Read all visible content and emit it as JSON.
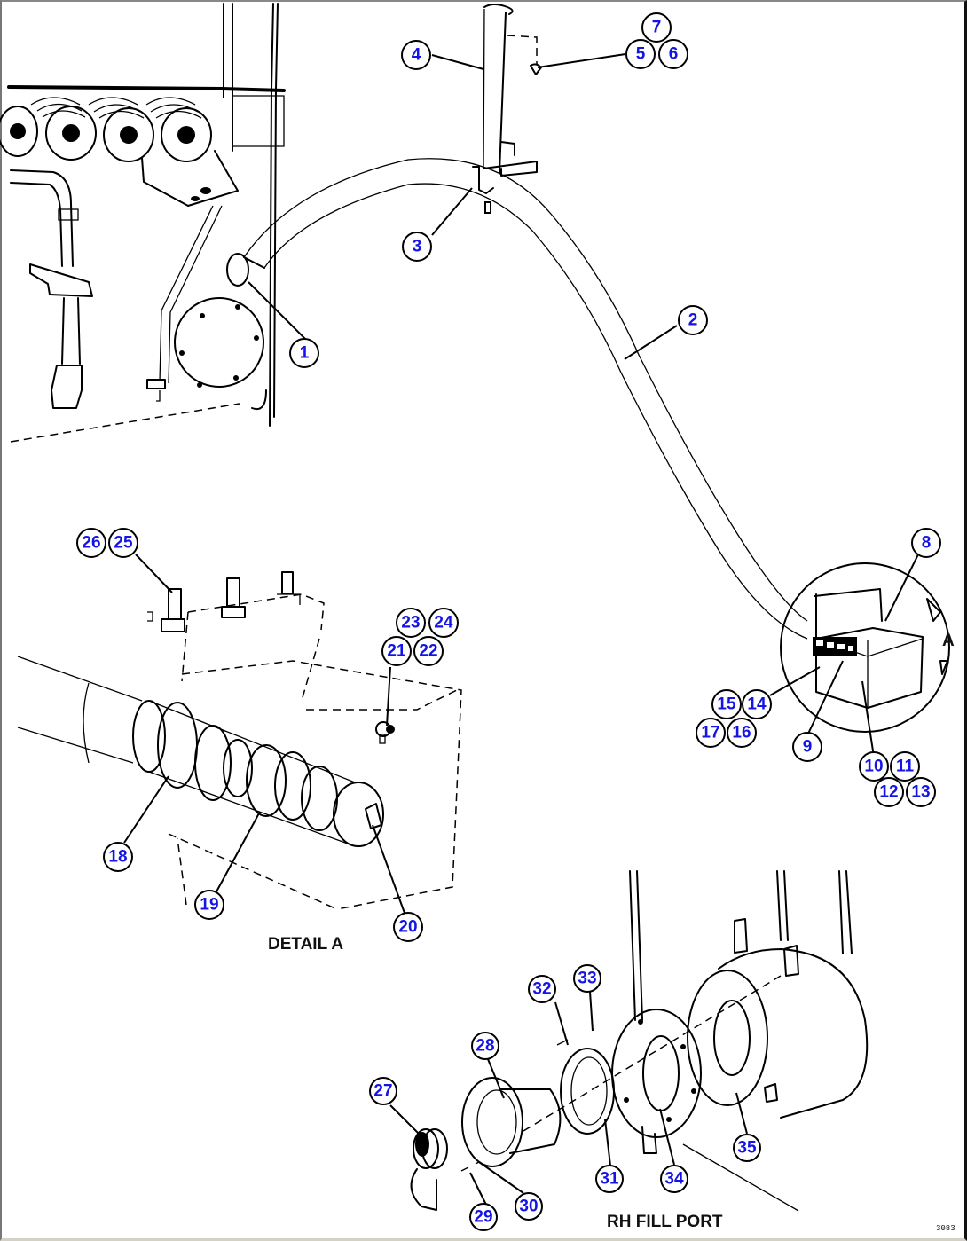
{
  "drawing": {
    "type": "exploded parts diagram",
    "captions": {
      "detail_a": "DETAIL A",
      "rh_fill_port": "RH FILL PORT",
      "view_marker": "A",
      "reference_code": "3083"
    },
    "colors": {
      "balloon_text": "#1414e6",
      "line": "#000000",
      "background": "#ffffff"
    },
    "callouts": [
      {
        "num": "1"
      },
      {
        "num": "2"
      },
      {
        "num": "3"
      },
      {
        "num": "4"
      },
      {
        "num": "5"
      },
      {
        "num": "6"
      },
      {
        "num": "7"
      },
      {
        "num": "8"
      },
      {
        "num": "9"
      },
      {
        "num": "10"
      },
      {
        "num": "11"
      },
      {
        "num": "12"
      },
      {
        "num": "13"
      },
      {
        "num": "14"
      },
      {
        "num": "15"
      },
      {
        "num": "16"
      },
      {
        "num": "17"
      },
      {
        "num": "18"
      },
      {
        "num": "19"
      },
      {
        "num": "20"
      },
      {
        "num": "21"
      },
      {
        "num": "22"
      },
      {
        "num": "23"
      },
      {
        "num": "24"
      },
      {
        "num": "25"
      },
      {
        "num": "26"
      },
      {
        "num": "27"
      },
      {
        "num": "28"
      },
      {
        "num": "29"
      },
      {
        "num": "30"
      },
      {
        "num": "31"
      },
      {
        "num": "32"
      },
      {
        "num": "33"
      },
      {
        "num": "34"
      },
      {
        "num": "35"
      }
    ]
  }
}
